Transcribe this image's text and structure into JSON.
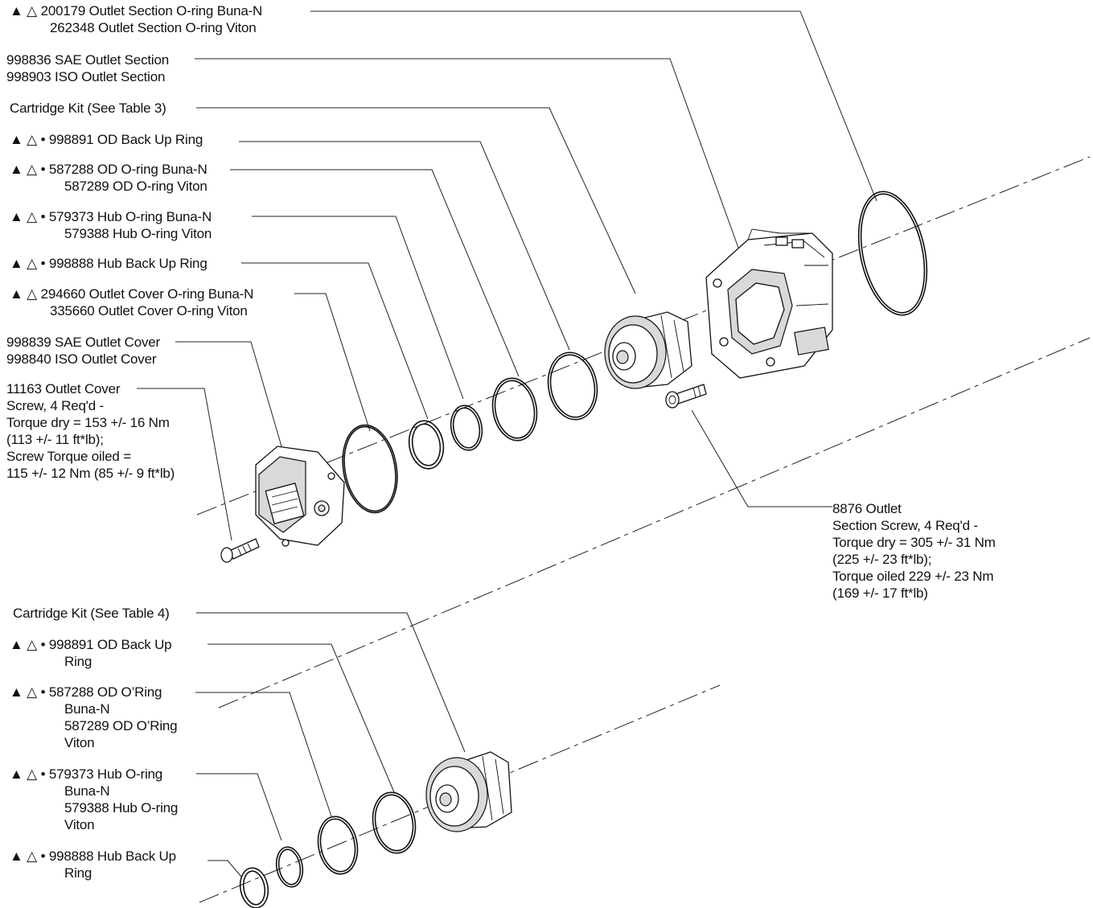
{
  "markers": {
    "solid": "▲",
    "open": "△",
    "bullet": "•"
  },
  "labels": {
    "outlet_section_oring": [
      "200179 Outlet Section O-ring Buna-N",
      "262348 Outlet Section O-ring Viton"
    ],
    "outlet_section": [
      "998836 SAE Outlet Section",
      "998903 ISO Outlet Section"
    ],
    "cartridge_kit_3": [
      "Cartridge Kit (See Table 3)"
    ],
    "od_backup_ring_a": [
      "998891 OD Back Up Ring"
    ],
    "od_oring_a": [
      "587288 OD O-ring Buna-N",
      "587289 OD O-ring Viton"
    ],
    "hub_oring_a": [
      "579373 Hub O-ring Buna-N",
      "579388 Hub O-ring Viton"
    ],
    "hub_backup_ring_a": [
      "998888 Hub Back Up Ring"
    ],
    "outlet_cover_oring": [
      "294660 Outlet Cover O-ring Buna-N",
      "335660 Outlet Cover O-ring Viton"
    ],
    "outlet_cover": [
      "998839 SAE Outlet Cover",
      "998840 ISO Outlet Cover"
    ],
    "outlet_cover_screw": [
      "11163 Outlet Cover",
      "Screw, 4 Req'd -",
      "Torque dry = 153 +/- 16 Nm",
      "(113 +/- 11 ft*lb);",
      "Screw Torque oiled =",
      "115 +/- 12 Nm (85 +/- 9 ft*lb)"
    ],
    "outlet_section_screw": [
      "8876 Outlet",
      "Section Screw, 4 Req'd -",
      "Torque dry = 305 +/- 31 Nm",
      "(225 +/- 23 ft*lb);",
      "Torque oiled 229 +/- 23 Nm",
      "(169 +/- 17 ft*lb)"
    ],
    "cartridge_kit_4": [
      "Cartridge Kit (See Table 4)"
    ],
    "od_backup_ring_b": [
      "998891 OD Back Up",
      "Ring"
    ],
    "od_oring_b": [
      "587288 OD O’Ring",
      "Buna-N",
      "587289 OD O’Ring",
      "Viton"
    ],
    "hub_oring_b": [
      "579373 Hub O-ring",
      "Buna-N",
      "579388 Hub O-ring",
      "Viton"
    ],
    "hub_backup_ring_b": [
      "998888 Hub Back Up",
      "Ring"
    ]
  }
}
